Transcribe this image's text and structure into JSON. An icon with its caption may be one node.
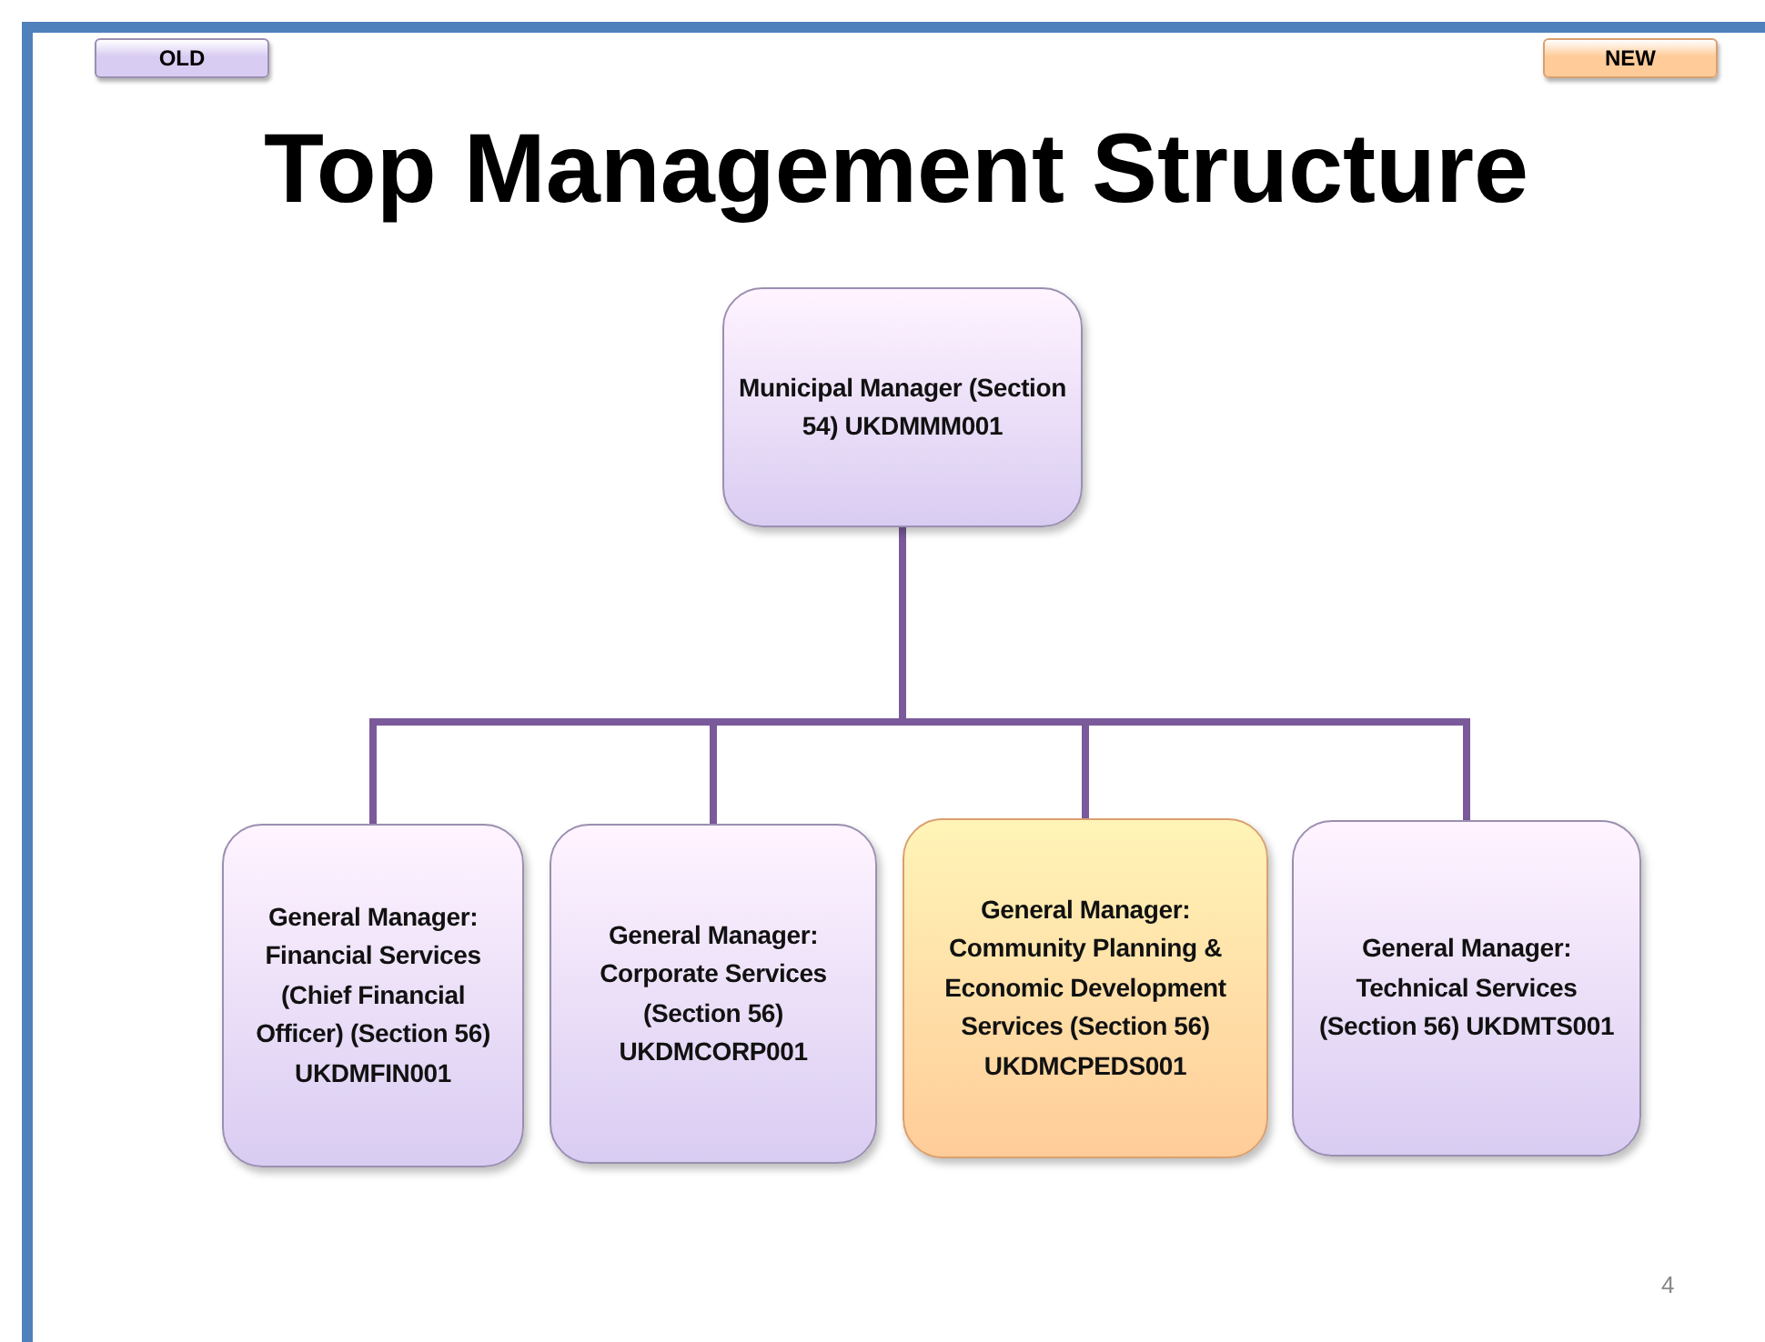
{
  "diagram": {
    "title": "Top Management Structure",
    "nodes": [
      {
        "text": [
          "Municipal Manager (Section 54) UKDMMM001"
        ]
      },
      {
        "text": [
          "General Manager: Financial Services (Chief Financial Officer) (Section 56) UKDMFIN001"
        ]
      },
      {
        "text": [
          "General Manager: Corporate Services (Section 56) UKDMCORP001"
        ]
      },
      {
        "text": [
          "General Manager: Community Planning & Economic Development Services (Section 56) UKDMCPEDS001"
        ]
      },
      {
        "text": [
          "General Manager: Technical Services (Section 56) UKDMTS001"
        ]
      }
    ],
    "edges": [
      {
        "from": 0,
        "to": 1,
        "arrow": "none"
      },
      {
        "from": 0,
        "to": 2,
        "arrow": "none"
      },
      {
        "from": 0,
        "to": 3,
        "arrow": "none"
      },
      {
        "from": 0,
        "to": 4,
        "arrow": "none"
      }
    ],
    "labels": [
      "4"
    ],
    "legend": [
      {
        "text": "OLD",
        "color": "#d9ccf2"
      },
      {
        "text": "NEW",
        "color": "#ffcc99"
      }
    ]
  }
}
